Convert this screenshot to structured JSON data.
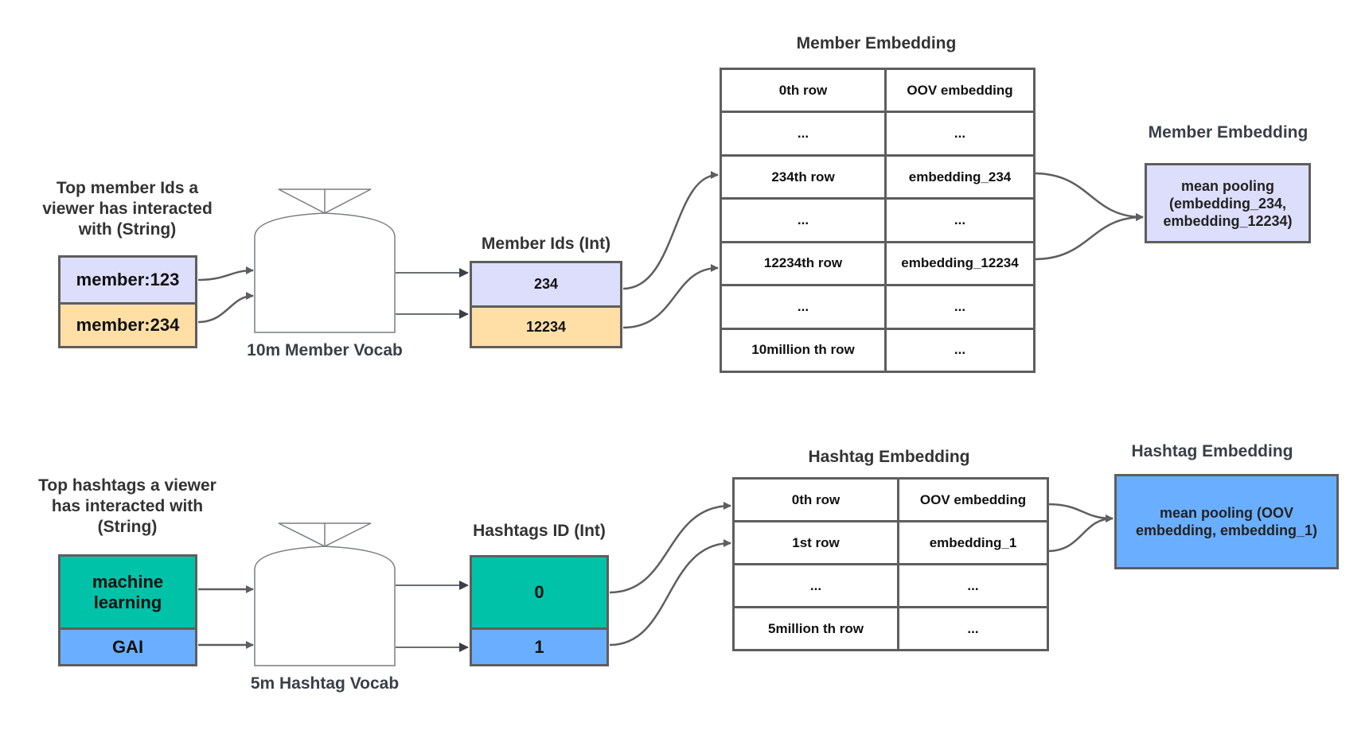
{
  "colors": {
    "lavender": "#dddefc",
    "peach": "#ffdfa6",
    "teal": "#00c2a8",
    "blue": "#6aafff",
    "border": "#5e5e5e",
    "text": "#333333"
  },
  "member_section": {
    "input_title": "Top member Ids a viewer has interacted with (String)",
    "input_title_lines": [
      "Top member Ids a",
      "viewer has interacted",
      "with (String)"
    ],
    "inputs": [
      "member:123",
      "member:234"
    ],
    "vocab_label": "10m Member Vocab",
    "ids_title": "Member Ids (Int)",
    "ids": [
      "234",
      "12234"
    ],
    "table_title": "Member Embedding",
    "table_rows": [
      [
        "0th row",
        "OOV embedding"
      ],
      [
        "...",
        "..."
      ],
      [
        "234th row",
        "embedding_234"
      ],
      [
        "...",
        "..."
      ],
      [
        "12234th row",
        "embedding_12234"
      ],
      [
        "...",
        "..."
      ],
      [
        "10million th row",
        "..."
      ]
    ],
    "output_title": "Member Embedding",
    "output_lines": [
      "mean pooling",
      "(embedding_234,",
      "embedding_12234)"
    ]
  },
  "hashtag_section": {
    "input_title": "Top hashtags a viewer has interacted with (String)",
    "input_title_lines": [
      "Top hashtags a viewer",
      "has interacted with",
      "(String)"
    ],
    "inputs": [
      "machine learning",
      "GAI"
    ],
    "input_lines_0": [
      "machine",
      "learning"
    ],
    "vocab_label": "5m Hashtag Vocab",
    "ids_title": "Hashtags ID (Int)",
    "ids": [
      "0",
      "1"
    ],
    "table_title": "Hashtag Embedding",
    "table_rows": [
      [
        "0th row",
        "OOV embedding"
      ],
      [
        "1st row",
        "embedding_1"
      ],
      [
        "...",
        "..."
      ],
      [
        "5million th row",
        "..."
      ]
    ],
    "output_title": "Hashtag Embedding",
    "output_lines": [
      "mean pooling (OOV",
      "embedding, embedding_1)"
    ]
  }
}
